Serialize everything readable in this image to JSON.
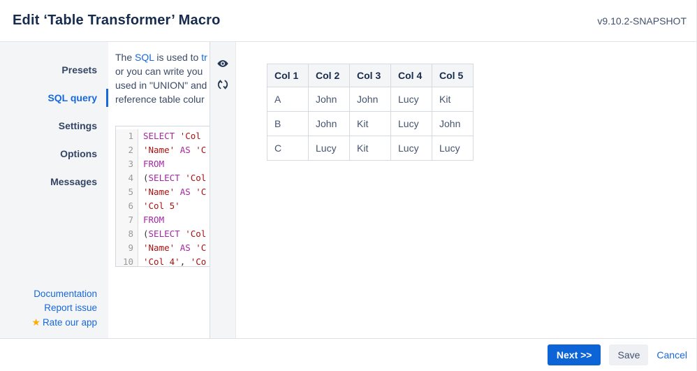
{
  "header": {
    "title": "Edit ‘Table Transformer’ Macro",
    "version": "v9.10.2-SNAPSHOT"
  },
  "sidebar": {
    "items": [
      {
        "label": "Presets",
        "active": false
      },
      {
        "label": "SQL query",
        "active": true
      },
      {
        "label": "Settings",
        "active": false
      },
      {
        "label": "Options",
        "active": false
      },
      {
        "label": "Messages",
        "active": false
      }
    ],
    "links": [
      {
        "label": "Documentation"
      },
      {
        "label": "Report issue"
      },
      {
        "label": "Rate our app",
        "icon": "star"
      }
    ],
    "star_glyph": "★"
  },
  "description": {
    "l1a": "The ",
    "l1b": "SQL",
    "l1c": " is used to ",
    "l1d": "tr",
    "l2": "or you can write you",
    "l3": "used in \"UNION\" and",
    "l4": "reference table colur"
  },
  "toolbar_icons": [
    {
      "name": "eye-icon",
      "meaning": "preview"
    },
    {
      "name": "refresh-icon",
      "meaning": "refresh"
    }
  ],
  "code": {
    "lines": [
      {
        "n": "1",
        "segs": [
          {
            "c": "kw",
            "t": "SELECT "
          },
          {
            "c": "str",
            "t": "'Col"
          }
        ]
      },
      {
        "n": "2",
        "segs": [
          {
            "c": "str",
            "t": "'Name' "
          },
          {
            "c": "kw",
            "t": "AS "
          },
          {
            "c": "str",
            "t": "'C"
          }
        ]
      },
      {
        "n": "3",
        "segs": [
          {
            "c": "kw",
            "t": "FROM"
          }
        ]
      },
      {
        "n": "4",
        "segs": [
          {
            "c": "pln",
            "t": "("
          },
          {
            "c": "kw",
            "t": "SELECT "
          },
          {
            "c": "str",
            "t": "'Col"
          }
        ]
      },
      {
        "n": "5",
        "segs": [
          {
            "c": "str",
            "t": "'Name' "
          },
          {
            "c": "kw",
            "t": "AS "
          },
          {
            "c": "str",
            "t": "'C"
          }
        ]
      },
      {
        "n": "6",
        "segs": [
          {
            "c": "str",
            "t": "'Col 5'"
          }
        ]
      },
      {
        "n": "7",
        "segs": [
          {
            "c": "kw",
            "t": "FROM"
          }
        ]
      },
      {
        "n": "8",
        "segs": [
          {
            "c": "pln",
            "t": "("
          },
          {
            "c": "kw",
            "t": "SELECT "
          },
          {
            "c": "str",
            "t": "'Col"
          }
        ]
      },
      {
        "n": "9",
        "segs": [
          {
            "c": "str",
            "t": "'Name' "
          },
          {
            "c": "kw",
            "t": "AS "
          },
          {
            "c": "str",
            "t": "'C"
          }
        ]
      },
      {
        "n": "10",
        "segs": [
          {
            "c": "str",
            "t": "'Col 4'"
          },
          {
            "c": "pln",
            "t": ", "
          },
          {
            "c": "str",
            "t": "'Co"
          }
        ]
      }
    ]
  },
  "preview_table": {
    "headers": [
      "Col 1",
      "Col 2",
      "Col 3",
      "Col 4",
      "Col 5"
    ],
    "rows": [
      [
        "A",
        "John",
        "John",
        "Lucy",
        "Kit"
      ],
      [
        "B",
        "John",
        "Kit",
        "Lucy",
        "John"
      ],
      [
        "C",
        "Lucy",
        "Kit",
        "Lucy",
        "Lucy"
      ]
    ]
  },
  "footer": {
    "next": "Next >>",
    "save": "Save",
    "cancel": "Cancel"
  },
  "colors": {
    "accent_blue": "#1668dc",
    "primary_button": "#0d64d6",
    "star_gold": "#ffab00",
    "keyword": "#a626a4",
    "string": "#aa1111"
  }
}
